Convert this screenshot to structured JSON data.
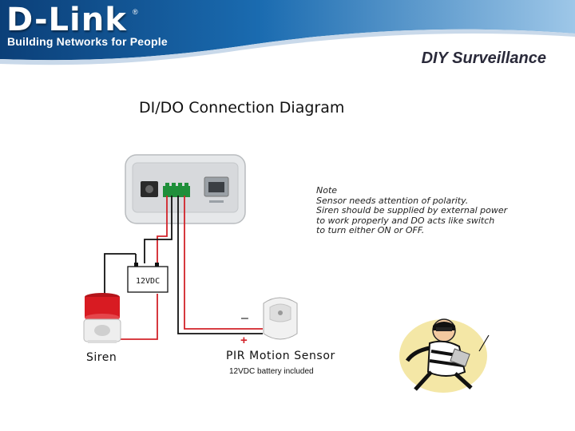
{
  "header": {
    "logo_text": "D-Link",
    "logo_registered": "®",
    "tagline": "Building Networks for People",
    "slide_title": "DIY Surveillance"
  },
  "diagram": {
    "title": "DI/DO Connection Diagram",
    "note_lines": [
      "Note",
      "Sensor needs attention of polarity.",
      "Siren should be supplied by external power",
      "to work properly and DO acts like  switch",
      "to turn either ON or OFF."
    ],
    "power_supply_label": "12VDC",
    "siren_label": "Siren",
    "sensor_label": "PIR Motion Sensor",
    "sensor_sublabel": "12VDC battery included",
    "polarity_minus": "–",
    "polarity_plus": "+"
  },
  "colors": {
    "header_blue": "#0e4f8c",
    "wire_red": "#d2232a",
    "wire_black": "#111111",
    "siren_red": "#d81b22"
  },
  "icons": [
    "dlink-logo",
    "ip-camera-device",
    "siren-icon",
    "pir-sensor-icon",
    "burglar-clipart"
  ]
}
